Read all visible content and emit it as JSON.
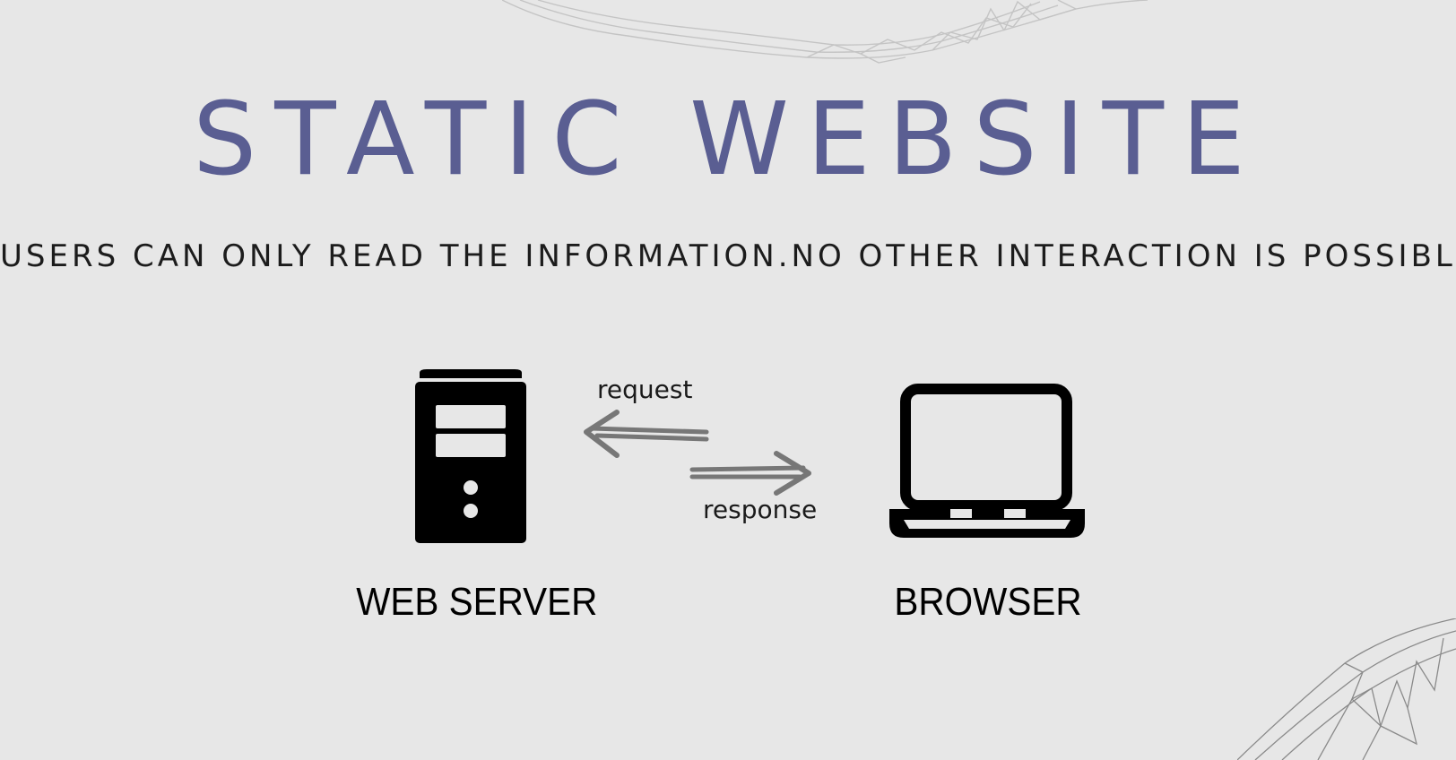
{
  "title": "STATIC WEBSITE",
  "subtitle": "USERS CAN ONLY READ THE INFORMATION.NO OTHER INTERACTION IS POSSIBLE",
  "diagram": {
    "left_node": {
      "label": "WEB SERVER",
      "icon": "server-icon"
    },
    "right_node": {
      "label": "BROWSER",
      "icon": "laptop-icon"
    },
    "arrows": [
      {
        "label": "request",
        "direction": "left",
        "icon": "left-arrow-icon"
      },
      {
        "label": "response",
        "direction": "right",
        "icon": "right-arrow-icon"
      }
    ]
  },
  "colors": {
    "background": "#e7e7e7",
    "title": "#5a5e92",
    "text": "#1c1c1c",
    "icon": "#000000",
    "arrow": "#777777"
  }
}
